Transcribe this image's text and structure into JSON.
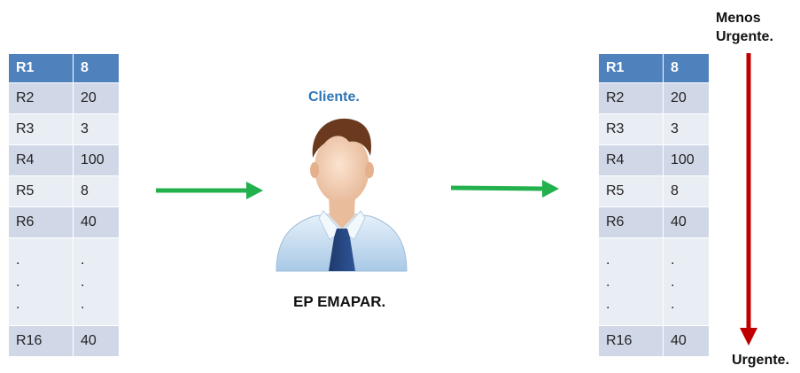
{
  "left_table": {
    "header": [
      "R1",
      "8"
    ],
    "rows": [
      [
        "R2",
        "20"
      ],
      [
        "R3",
        "3"
      ],
      [
        "R4",
        "100"
      ],
      [
        "R5",
        "8"
      ],
      [
        "R6",
        "40"
      ]
    ],
    "ellipsis": [
      ".\n.\n.",
      ".\n.\n."
    ],
    "last_row": [
      "R16",
      "40"
    ]
  },
  "right_table": {
    "header": [
      "R1",
      "8"
    ],
    "rows": [
      [
        "R2",
        "20"
      ],
      [
        "R3",
        "3"
      ],
      [
        "R4",
        "100"
      ],
      [
        "R5",
        "8"
      ],
      [
        "R6",
        "40"
      ]
    ],
    "ellipsis": [
      ".\n.\n.",
      ".\n.\n."
    ],
    "last_row": [
      "R16",
      "40"
    ]
  },
  "client_label": "Cliente.",
  "company_label": "EP EMAPAR.",
  "priority_axis": {
    "top_label_line1": "Menos",
    "top_label_line2": "Urgente.",
    "bottom_label": "Urgente."
  },
  "colors": {
    "header_blue": "#4f81bd",
    "row_dark": "#d0d8e8",
    "row_light": "#e9edf4",
    "flow_arrow": "#22b14c",
    "priority_arrow": "#c00000",
    "client_title": "#2e75b6"
  },
  "icons": {
    "flow_arrow": "arrow-right-icon",
    "person": "businessman-icon",
    "priority": "arrow-down-icon"
  }
}
